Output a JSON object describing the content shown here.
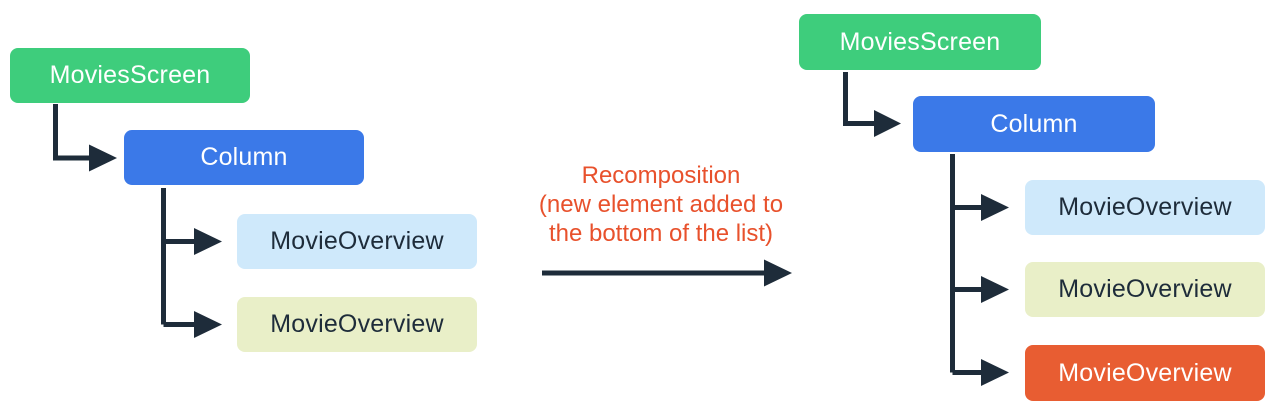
{
  "colors": {
    "background": "#ffffff",
    "node-green": "#3ecd7c",
    "node-blue": "#3b79e8",
    "node-lightblue": "#cfe9fb",
    "node-lightyellow": "#e9efc8",
    "node-orange": "#e85d32",
    "connector": "#1e2c3a",
    "node-text-light": "#ffffff",
    "node-text-dark": "#1e2c3a",
    "transition-text": "#e8512c"
  },
  "left_tree": {
    "root": {
      "label": "MoviesScreen"
    },
    "column": {
      "label": "Column"
    },
    "children": [
      {
        "label": "MovieOverview",
        "variant": "lightblue"
      },
      {
        "label": "MovieOverview",
        "variant": "lightyellow"
      }
    ]
  },
  "right_tree": {
    "root": {
      "label": "MoviesScreen"
    },
    "column": {
      "label": "Column"
    },
    "children": [
      {
        "label": "MovieOverview",
        "variant": "lightblue"
      },
      {
        "label": "MovieOverview",
        "variant": "lightyellow"
      },
      {
        "label": "MovieOverview",
        "variant": "orange"
      }
    ]
  },
  "transition": {
    "line1": "Recomposition",
    "line2": "(new element added to",
    "line3": "the bottom of the list)"
  }
}
